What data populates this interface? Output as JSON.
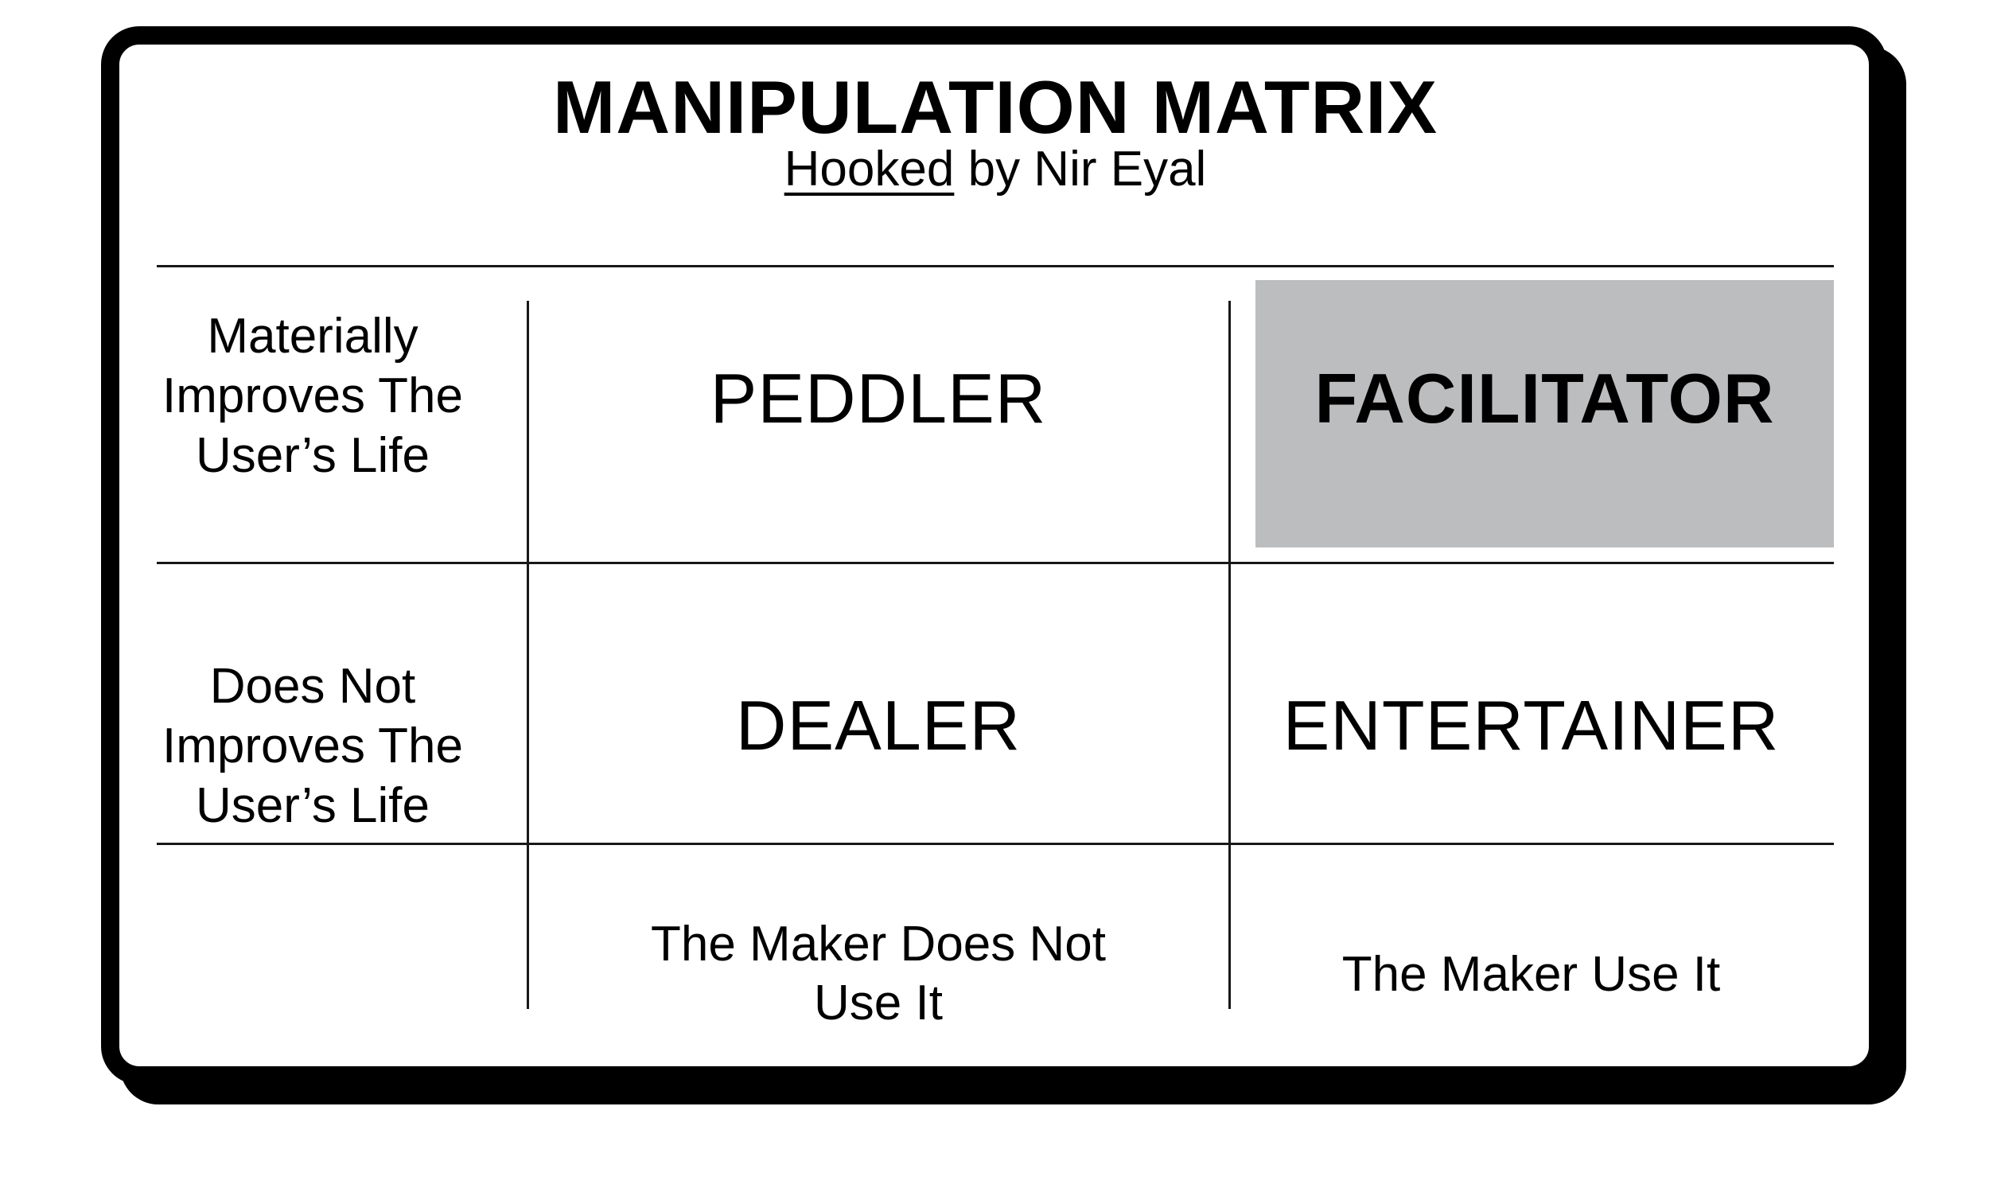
{
  "title": "MANIPULATION MATRIX",
  "subtitle": {
    "book_title": "Hooked",
    "byline": " by Nir Eyal"
  },
  "matrix": {
    "row_labels": [
      [
        "Materially",
        "Improves The",
        "User’s Life"
      ],
      [
        "Does Not",
        "Improves The",
        "User’s Life"
      ]
    ],
    "col_labels": [
      [
        "The Maker Does Not",
        "Use It"
      ],
      [
        "The Maker Use It"
      ]
    ],
    "quadrants": [
      {
        "name": "PEDDLER",
        "highlighted": false
      },
      {
        "name": "FACILITATOR",
        "highlighted": true
      },
      {
        "name": "DEALER",
        "highlighted": false
      },
      {
        "name": "ENTERTAINER",
        "highlighted": false
      }
    ]
  },
  "colors": {
    "highlight": "#BCBDBF",
    "line": "#181818",
    "border": "#000000",
    "background": "#FFFFFF"
  }
}
